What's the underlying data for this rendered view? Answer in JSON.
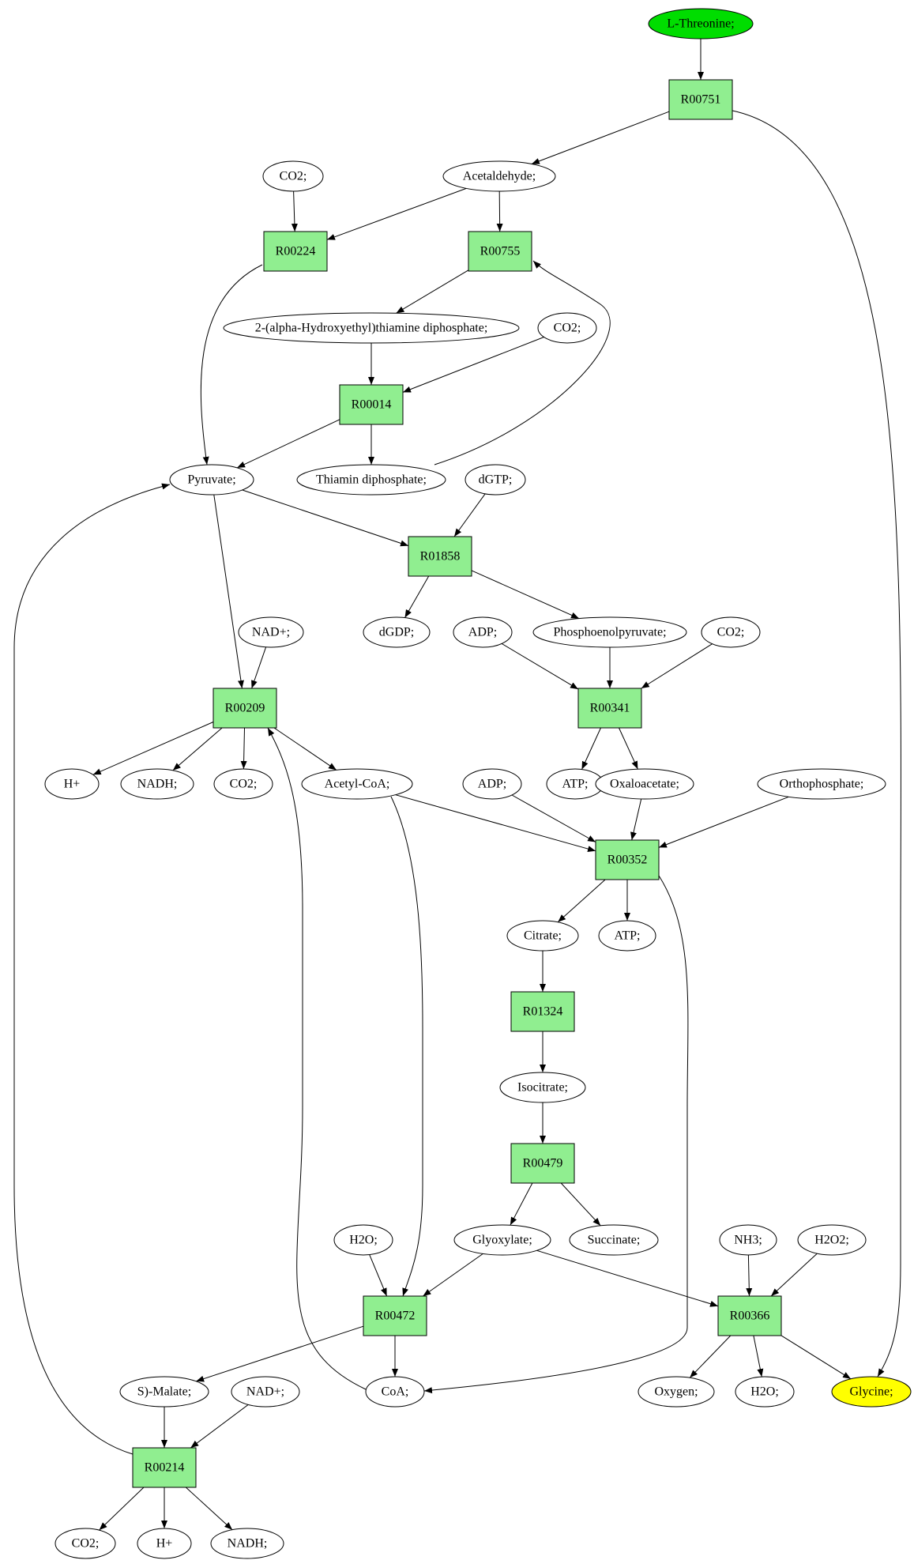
{
  "colors": {
    "reaction_fill": "#90ee90",
    "source_fill": "#00dd00",
    "target_fill": "#ffff00",
    "compound_fill": "#ffffff",
    "line": "#000000"
  },
  "nodes": [
    {
      "id": "lthr",
      "label": "L-Threonine;",
      "kind": "source"
    },
    {
      "id": "r751",
      "label": "R00751",
      "kind": "reaction"
    },
    {
      "id": "acet",
      "label": "Acetaldehyde;",
      "kind": "compound"
    },
    {
      "id": "co2a",
      "label": "CO2;",
      "kind": "compound"
    },
    {
      "id": "r224",
      "label": "R00224",
      "kind": "reaction"
    },
    {
      "id": "r755",
      "label": "R00755",
      "kind": "reaction"
    },
    {
      "id": "ahtd",
      "label": "2-(alpha-Hydroxyethyl)thiamine diphosphate;",
      "kind": "compound"
    },
    {
      "id": "co2b",
      "label": "CO2;",
      "kind": "compound"
    },
    {
      "id": "r014",
      "label": "R00014",
      "kind": "reaction"
    },
    {
      "id": "pyr",
      "label": "Pyruvate;",
      "kind": "compound"
    },
    {
      "id": "tdp",
      "label": "Thiamin diphosphate;",
      "kind": "compound"
    },
    {
      "id": "dgtp",
      "label": "dGTP;",
      "kind": "compound"
    },
    {
      "id": "r1858",
      "label": "R01858",
      "kind": "reaction"
    },
    {
      "id": "dgdp",
      "label": "dGDP;",
      "kind": "compound"
    },
    {
      "id": "adp1",
      "label": "ADP;",
      "kind": "compound"
    },
    {
      "id": "pep",
      "label": "Phosphoenolpyruvate;",
      "kind": "compound"
    },
    {
      "id": "co2c",
      "label": "CO2;",
      "kind": "compound"
    },
    {
      "id": "nad1",
      "label": "NAD+;",
      "kind": "compound"
    },
    {
      "id": "r341",
      "label": "R00341",
      "kind": "reaction"
    },
    {
      "id": "r209",
      "label": "R00209",
      "kind": "reaction"
    },
    {
      "id": "hplus1",
      "label": "H+",
      "kind": "compound"
    },
    {
      "id": "nadh1",
      "label": "NADH;",
      "kind": "compound"
    },
    {
      "id": "co2d",
      "label": "CO2;",
      "kind": "compound"
    },
    {
      "id": "acoa",
      "label": "Acetyl-CoA;",
      "kind": "compound"
    },
    {
      "id": "adp2",
      "label": "ADP;",
      "kind": "compound"
    },
    {
      "id": "atp1",
      "label": "ATP;",
      "kind": "compound"
    },
    {
      "id": "oxal",
      "label": "Oxaloacetate;",
      "kind": "compound"
    },
    {
      "id": "orth",
      "label": "Orthophosphate;",
      "kind": "compound"
    },
    {
      "id": "r352",
      "label": "R00352",
      "kind": "reaction"
    },
    {
      "id": "citr",
      "label": "Citrate;",
      "kind": "compound"
    },
    {
      "id": "atp2",
      "label": "ATP;",
      "kind": "compound"
    },
    {
      "id": "r1324",
      "label": "R01324",
      "kind": "reaction"
    },
    {
      "id": "isoc",
      "label": "Isocitrate;",
      "kind": "compound"
    },
    {
      "id": "r479",
      "label": "R00479",
      "kind": "reaction"
    },
    {
      "id": "h2o1",
      "label": "H2O;",
      "kind": "compound"
    },
    {
      "id": "glyox",
      "label": "Glyoxylate;",
      "kind": "compound"
    },
    {
      "id": "succ",
      "label": "Succinate;",
      "kind": "compound"
    },
    {
      "id": "nh3",
      "label": "NH3;",
      "kind": "compound"
    },
    {
      "id": "h2o2",
      "label": "H2O2;",
      "kind": "compound"
    },
    {
      "id": "r472",
      "label": "R00472",
      "kind": "reaction"
    },
    {
      "id": "r366",
      "label": "R00366",
      "kind": "reaction"
    },
    {
      "id": "smal",
      "label": "S)-Malate;",
      "kind": "compound"
    },
    {
      "id": "nad2",
      "label": "NAD+;",
      "kind": "compound"
    },
    {
      "id": "coa",
      "label": "CoA;",
      "kind": "compound"
    },
    {
      "id": "oxyg",
      "label": "Oxygen;",
      "kind": "compound"
    },
    {
      "id": "h2o3",
      "label": "H2O;",
      "kind": "compound"
    },
    {
      "id": "glyc",
      "label": "Glycine;",
      "kind": "target"
    },
    {
      "id": "r214",
      "label": "R00214",
      "kind": "reaction"
    },
    {
      "id": "co2e",
      "label": "CO2;",
      "kind": "compound"
    },
    {
      "id": "hplus2",
      "label": "H+",
      "kind": "compound"
    },
    {
      "id": "nadh2",
      "label": "NADH;",
      "kind": "compound"
    }
  ],
  "edges": [
    [
      "lthr",
      "r751"
    ],
    [
      "r751",
      "acet"
    ],
    [
      "r751",
      "glyc"
    ],
    [
      "co2a",
      "r224"
    ],
    [
      "acet",
      "r224"
    ],
    [
      "acet",
      "r755"
    ],
    [
      "r755",
      "ahtd"
    ],
    [
      "tdp",
      "r755"
    ],
    [
      "r224",
      "pyr"
    ],
    [
      "ahtd",
      "r014"
    ],
    [
      "co2b",
      "r014"
    ],
    [
      "r014",
      "pyr"
    ],
    [
      "r014",
      "tdp"
    ],
    [
      "pyr",
      "r1858"
    ],
    [
      "dgtp",
      "r1858"
    ],
    [
      "r1858",
      "dgdp"
    ],
    [
      "r1858",
      "pep"
    ],
    [
      "pyr",
      "r209"
    ],
    [
      "nad1",
      "r209"
    ],
    [
      "coa",
      "r209"
    ],
    [
      "adp1",
      "r341"
    ],
    [
      "pep",
      "r341"
    ],
    [
      "co2c",
      "r341"
    ],
    [
      "r209",
      "hplus1"
    ],
    [
      "r209",
      "nadh1"
    ],
    [
      "r209",
      "co2d"
    ],
    [
      "r209",
      "acoa"
    ],
    [
      "r341",
      "atp1"
    ],
    [
      "r341",
      "oxal"
    ],
    [
      "acoa",
      "r352"
    ],
    [
      "adp2",
      "r352"
    ],
    [
      "oxal",
      "r352"
    ],
    [
      "orth",
      "r352"
    ],
    [
      "acoa",
      "r472"
    ],
    [
      "r352",
      "citr"
    ],
    [
      "r352",
      "atp2"
    ],
    [
      "r352",
      "coa"
    ],
    [
      "citr",
      "r1324"
    ],
    [
      "r1324",
      "isoc"
    ],
    [
      "isoc",
      "r479"
    ],
    [
      "r479",
      "glyox"
    ],
    [
      "r479",
      "succ"
    ],
    [
      "h2o1",
      "r472"
    ],
    [
      "glyox",
      "r472"
    ],
    [
      "glyox",
      "r366"
    ],
    [
      "nh3",
      "r366"
    ],
    [
      "h2o2",
      "r366"
    ],
    [
      "r472",
      "smal"
    ],
    [
      "r472",
      "coa"
    ],
    [
      "r366",
      "oxyg"
    ],
    [
      "r366",
      "h2o3"
    ],
    [
      "r366",
      "glyc"
    ],
    [
      "smal",
      "r214"
    ],
    [
      "nad2",
      "r214"
    ],
    [
      "r214",
      "pyr"
    ],
    [
      "r214",
      "co2e"
    ],
    [
      "r214",
      "hplus2"
    ],
    [
      "r214",
      "nadh2"
    ]
  ]
}
